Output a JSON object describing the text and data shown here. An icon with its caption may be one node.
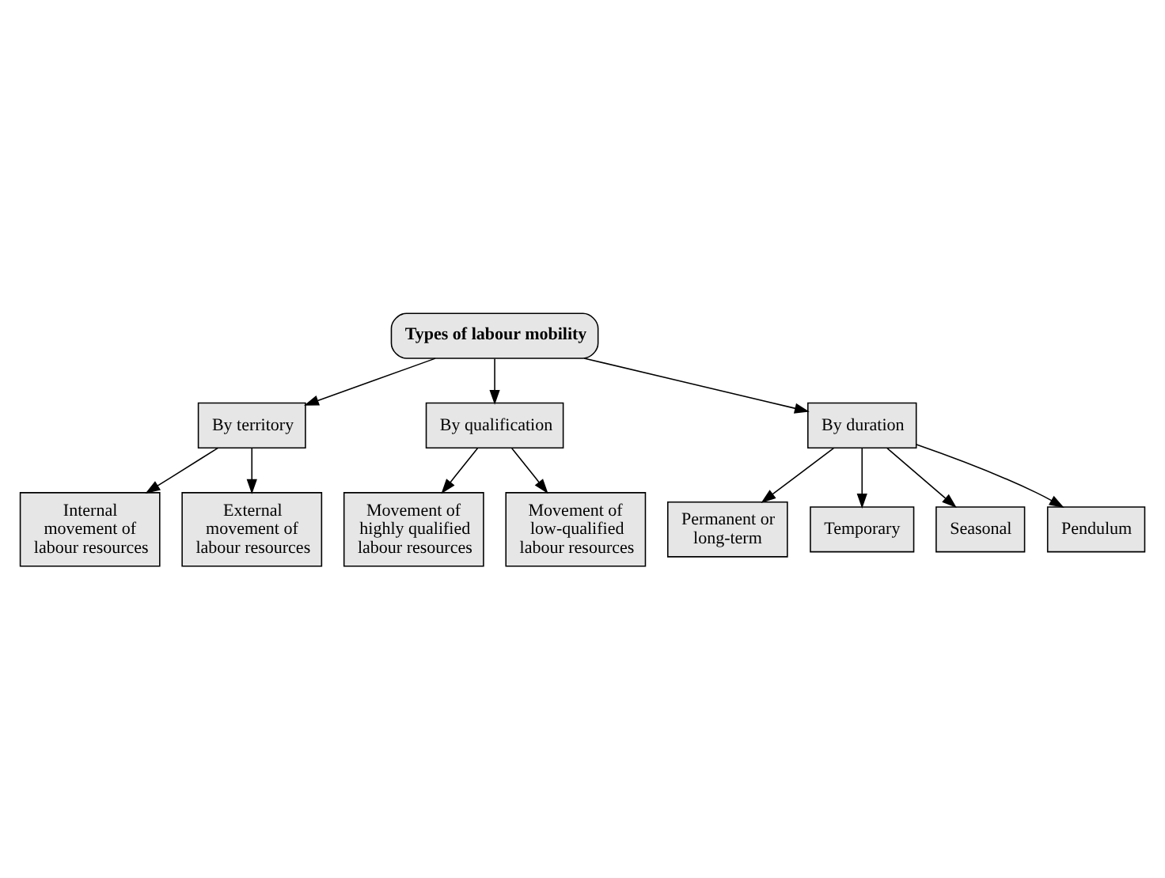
{
  "diagram": {
    "nodes": [
      {
        "text": [
          "Types of labour mobility"
        ]
      },
      {
        "text": [
          "By territory"
        ]
      },
      {
        "text": [
          "By qualification"
        ]
      },
      {
        "text": [
          "By duration"
        ]
      },
      {
        "text": [
          "Internal movement of labour resources"
        ]
      },
      {
        "text": [
          "External movement of labour resources"
        ]
      },
      {
        "text": [
          "Movement of highly qualified labour resources"
        ]
      },
      {
        "text": [
          "Movement of low-qualified labour resources"
        ]
      },
      {
        "text": [
          "Permanent or long-term"
        ]
      },
      {
        "text": [
          "Temporary"
        ]
      },
      {
        "text": [
          "Seasonal"
        ]
      },
      {
        "text": [
          "Pendulum"
        ]
      }
    ],
    "edges": [
      {
        "from": 0,
        "to": 1,
        "arrow": "to"
      },
      {
        "from": 0,
        "to": 2,
        "arrow": "to"
      },
      {
        "from": 0,
        "to": 3,
        "arrow": "to"
      },
      {
        "from": 1,
        "to": 4,
        "arrow": "to"
      },
      {
        "from": 1,
        "to": 5,
        "arrow": "to"
      },
      {
        "from": 2,
        "to": 6,
        "arrow": "to"
      },
      {
        "from": 2,
        "to": 7,
        "arrow": "to"
      },
      {
        "from": 3,
        "to": 8,
        "arrow": "to"
      },
      {
        "from": 3,
        "to": 9,
        "arrow": "to"
      },
      {
        "from": 3,
        "to": 10,
        "arrow": "to"
      },
      {
        "from": 3,
        "to": 11,
        "arrow": "to"
      }
    ]
  }
}
